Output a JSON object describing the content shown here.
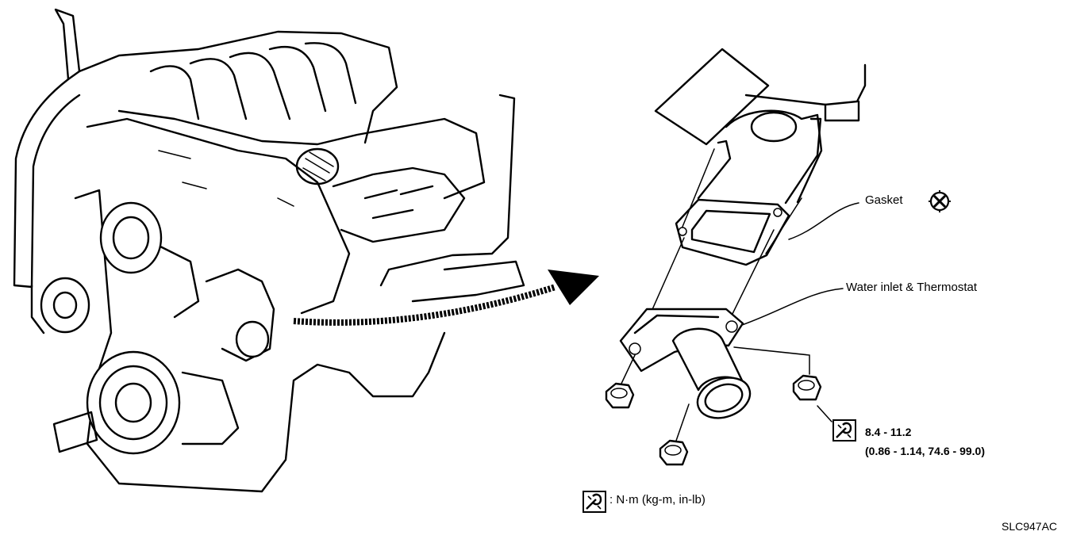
{
  "labels": {
    "gasket": "Gasket",
    "water_inlet": "Water inlet & Thermostat",
    "torque_line1": "8.4 - 11.2",
    "torque_line2": "(0.86 - 1.14, 74.6 - 99.0)",
    "legend_units": ": N·m (kg-m, in-lb)",
    "figure_id": "SLC947AC"
  },
  "icons": {
    "gasket_symbol": "do-not-reuse-icon",
    "torque_symbol": "torque-wrench-icon"
  }
}
